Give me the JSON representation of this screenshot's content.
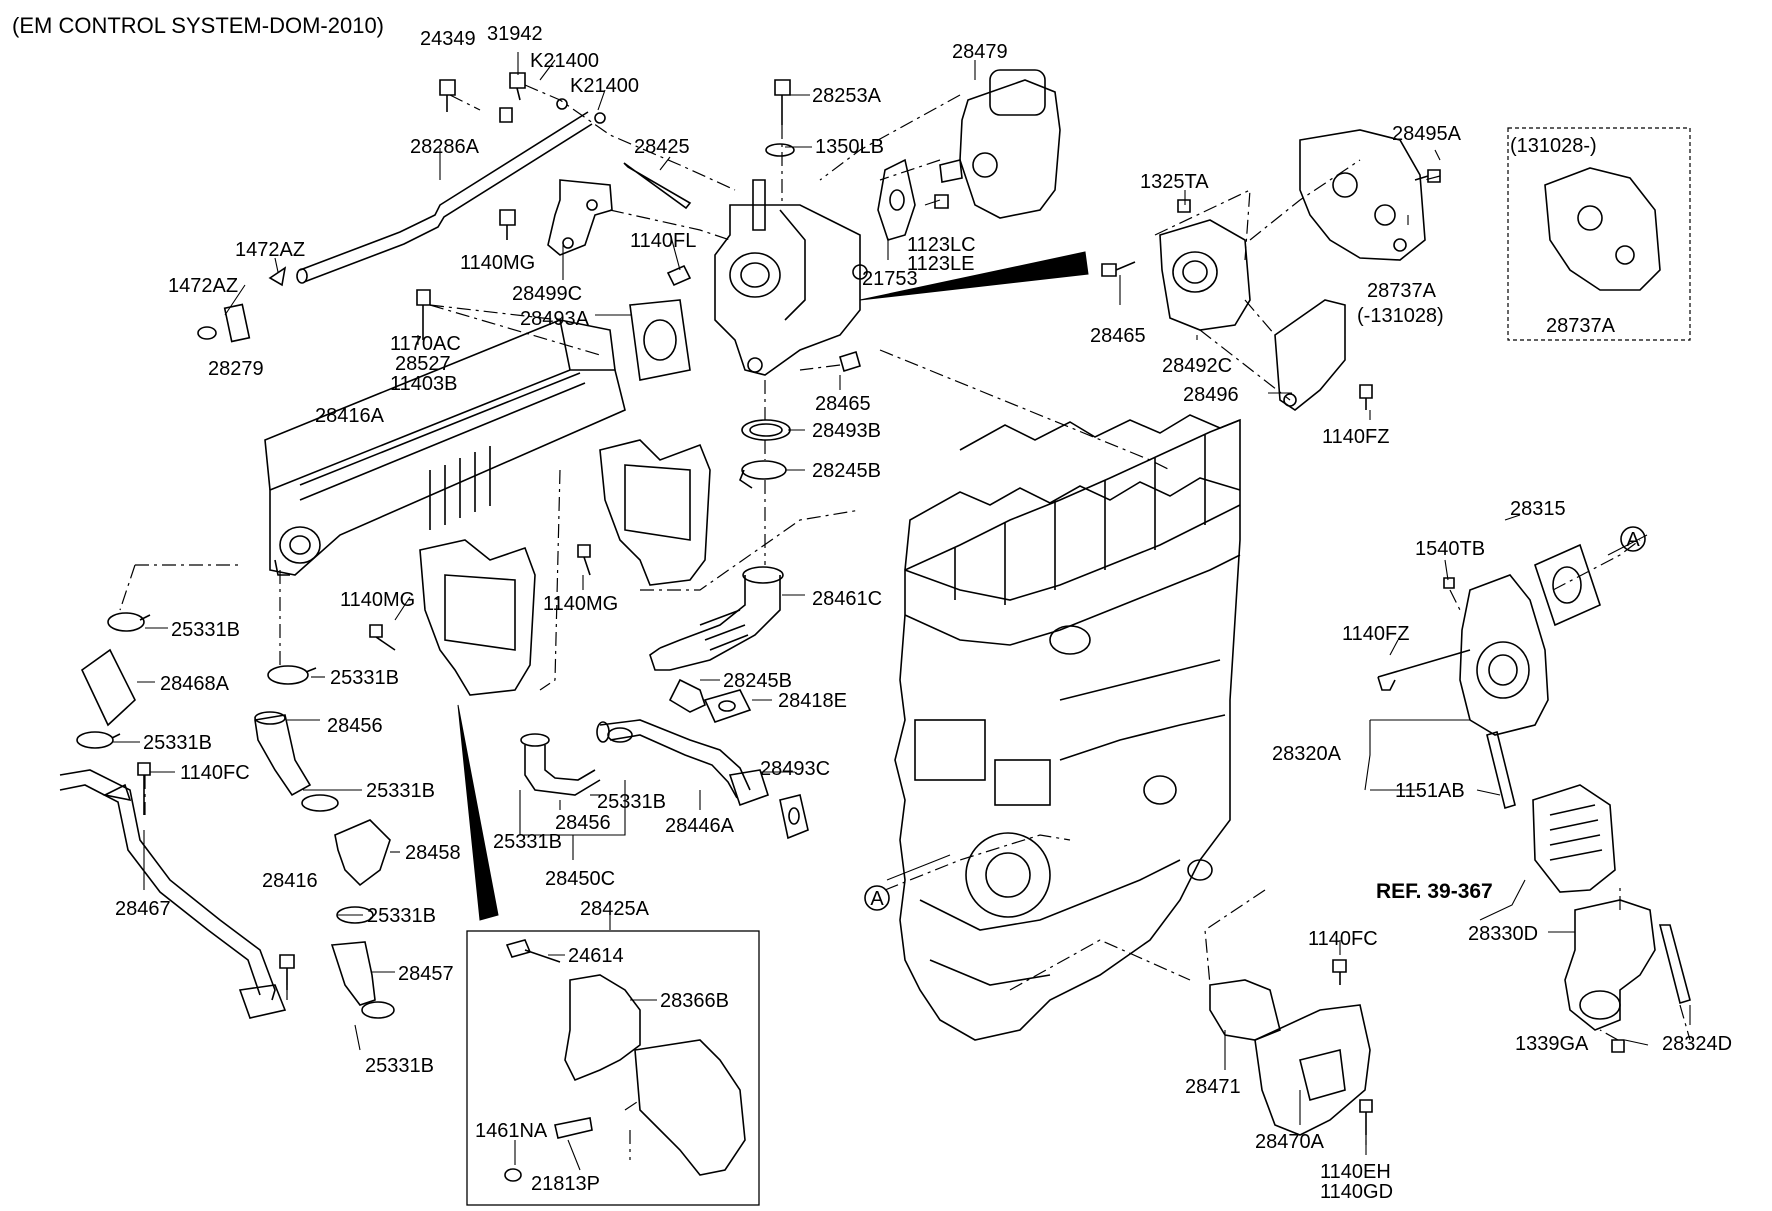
{
  "title": "(EM CONTROL SYSTEM-DOM-2010)",
  "ref_label": "REF. 39-367",
  "callout_letter": "A",
  "labels": {
    "l24349": "24349",
    "l31942": "31942",
    "lK21400a": "K21400",
    "lK21400b": "K21400",
    "l28479": "28479",
    "l28253A": "28253A",
    "l28286A": "28286A",
    "l28425": "28425",
    "l1350LB": "1350LB",
    "l1472AZa": "1472AZ",
    "l1472AZb": "1472AZ",
    "l1140FL": "1140FL",
    "l1140MGa": "1140MG",
    "l1123LC": "1123LC",
    "l1123LE": "1123LE",
    "l21753": "21753",
    "l28499C": "28499C",
    "l28493A": "28493A",
    "l28279": "28279",
    "l1170AC": "1170AC",
    "l28527": "28527",
    "l11403B": "11403B",
    "l28465a": "28465",
    "l28465b": "28465",
    "l28416A": "28416A",
    "l28493B": "28493B",
    "l28245Ba": "28245B",
    "l1325TA": "1325TA",
    "l28495A": "28495A",
    "l131028": "(131028-)",
    "l28737Aa": "28737A",
    "l131028b": "(-131028)",
    "l28492C": "28492C",
    "l28496": "28496",
    "l1140FZa": "1140FZ",
    "l28737Ab": "28737A",
    "l1140MGb": "1140MG",
    "l1140MGc": "1140MG",
    "l28461C": "28461C",
    "l25331Ba": "25331B",
    "l28468A": "28468A",
    "l25331Bb": "25331B",
    "l25331Bc": "25331B",
    "l28456a": "28456",
    "l1140FC": "1140FC",
    "l25331Bd": "25331B",
    "l28245Bb": "28245B",
    "l28418E": "28418E",
    "l28493C": "28493C",
    "l25331Be": "25331B",
    "l28456b": "28456",
    "l28446A": "28446A",
    "l25331Bf": "25331B",
    "l28450C": "28450C",
    "l28458": "28458",
    "l28416": "28416",
    "l28467": "28467",
    "l25331Bg": "25331B",
    "l28457": "28457",
    "l25331Bh": "25331B",
    "l28425A": "28425A",
    "l24614": "24614",
    "l28366B": "28366B",
    "l1461NA": "1461NA",
    "l21813P": "21813P",
    "l28315": "28315",
    "l1540TB": "1540TB",
    "l1140FZb": "1140FZ",
    "l28320A": "28320A",
    "l1151AB": "1151AB",
    "l28330D": "28330D",
    "l1339GA": "1339GA",
    "l28324D": "28324D",
    "l1140FCb": "1140FC",
    "l28471": "28471",
    "l28470A": "28470A",
    "l1140EH": "1140EH",
    "l1140GD": "1140GD"
  }
}
